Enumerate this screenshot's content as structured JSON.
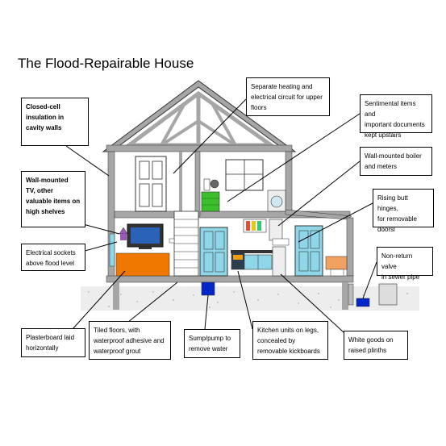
{
  "title": "The Flood-Repairable House",
  "labels": {
    "closed_cell": "Closed-cell\ninsulation in\ncavity walls",
    "wall_tv": "Wall-mounted\nTV, other\nvaluable items on\nhigh shelves",
    "electrical_sockets": "Electrical sockets\nabove flood level",
    "plasterboard": "Plasterboard laid\nhorizontally",
    "tiled_floors": "Tiled floors, with\nwaterproof adhesive and\nwaterproof grout",
    "sump_pump": "Sump/pump to\nremove water",
    "kitchen_units": "Kitchen units on legs,\nconcealed by\nremovable kickboards",
    "white_goods": "White goods on\nraised plinths",
    "heating_circuit": "Separate heating and\nelectrical circuit for upper\nfloors",
    "sentimental": "Sentimental items and\nimportant documents\nkept upstairs",
    "boiler": "Wall-mounted boiler\nand meters",
    "butt_hinges": "Rising butt hinges,\nfor removable\ndoorsl",
    "non_return_valve": "Non-return valve\nin sewer pipe"
  },
  "colors": {
    "wall_grey": "#a6a6a6",
    "door_blue": "#8fd6e8",
    "plasterboard_orange": "#f07800",
    "drawers_green": "#3cbf2c",
    "pump_blue": "#0026c9",
    "ground_speckle": "#e9e9e9"
  }
}
